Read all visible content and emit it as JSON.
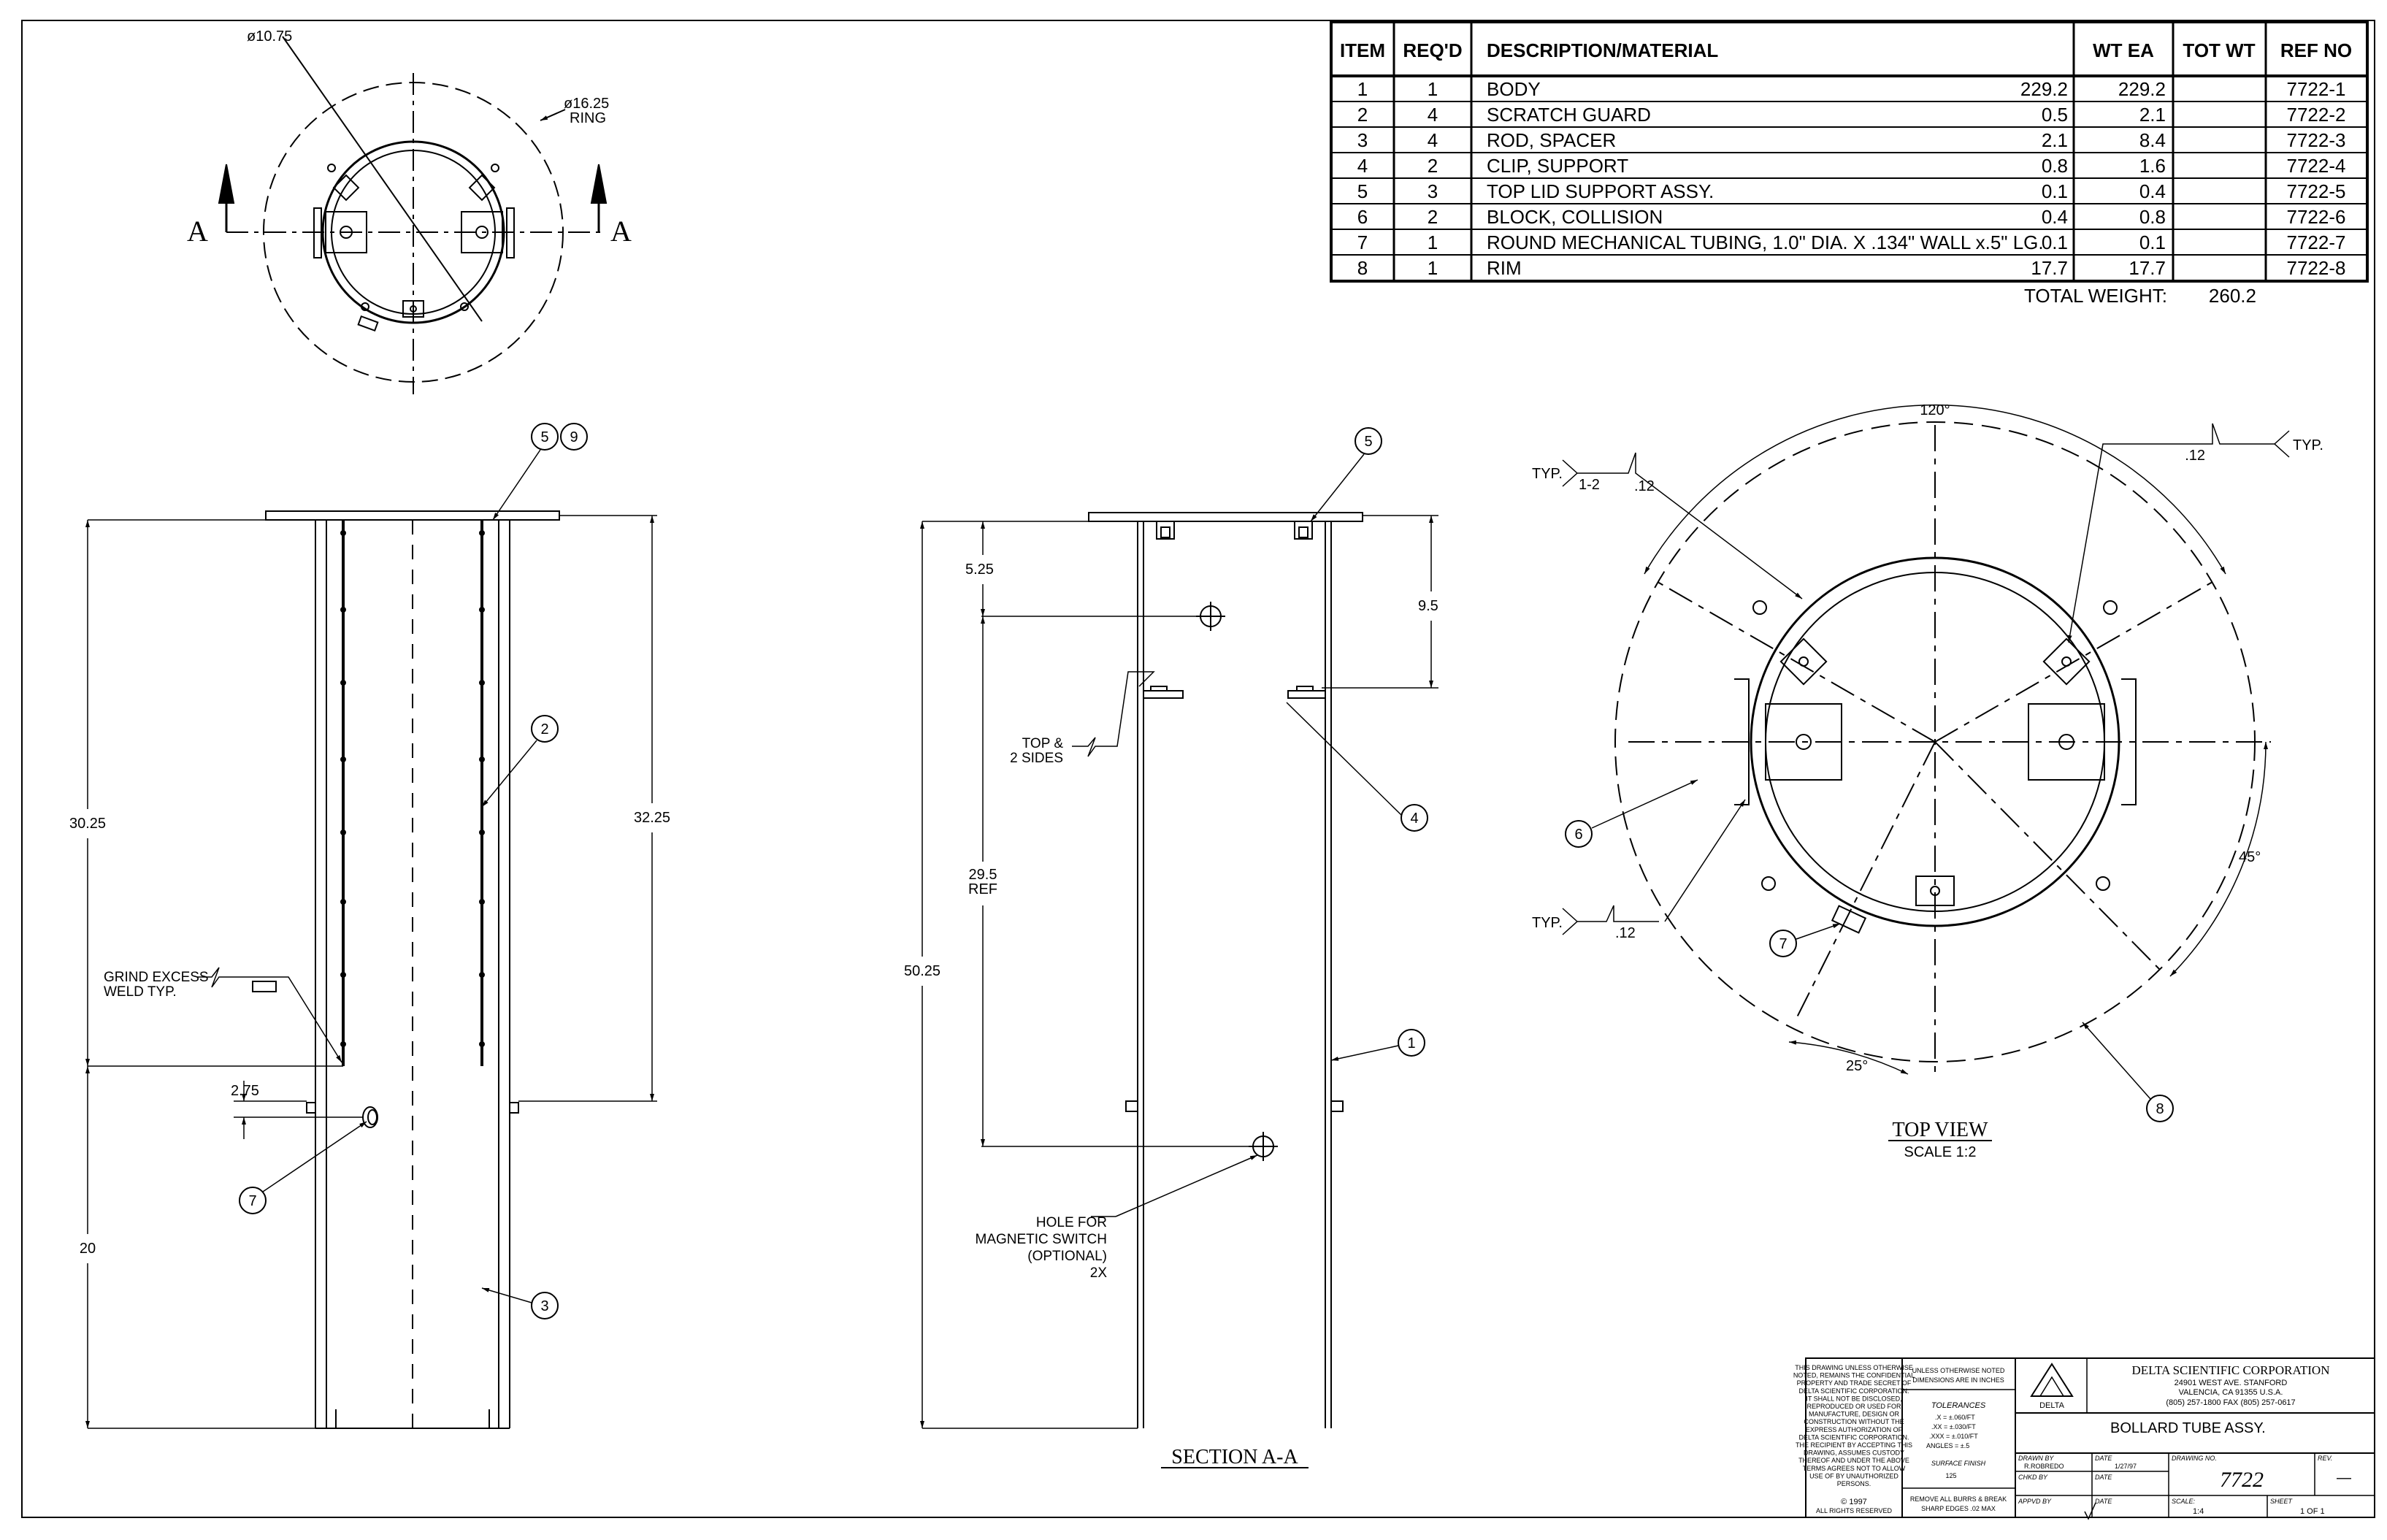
{
  "bom": {
    "headers": {
      "item": "ITEM",
      "reqd": "REQ'D",
      "desc": "DESCRIPTION/MATERIAL",
      "wtea": "WT EA",
      "totwt": "TOT WT",
      "refno": "REF NO"
    },
    "rows": [
      {
        "item": "1",
        "reqd": "1",
        "desc": "BODY",
        "wtea": "229.2",
        "totwt": "229.2",
        "refno": "7722-1"
      },
      {
        "item": "2",
        "reqd": "4",
        "desc": "SCRATCH GUARD",
        "wtea": "0.5",
        "totwt": "2.1",
        "refno": "7722-2"
      },
      {
        "item": "3",
        "reqd": "4",
        "desc": "ROD, SPACER",
        "wtea": "2.1",
        "totwt": "8.4",
        "refno": "7722-3"
      },
      {
        "item": "4",
        "reqd": "2",
        "desc": "CLIP, SUPPORT",
        "wtea": "0.8",
        "totwt": "1.6",
        "refno": "7722-4"
      },
      {
        "item": "5",
        "reqd": "3",
        "desc": "TOP LID SUPPORT ASSY.",
        "wtea": "0.1",
        "totwt": "0.4",
        "refno": "7722-5"
      },
      {
        "item": "6",
        "reqd": "2",
        "desc": "BLOCK, COLLISION",
        "wtea": "0.4",
        "totwt": "0.8",
        "refno": "7722-6"
      },
      {
        "item": "7",
        "reqd": "1",
        "desc": "ROUND MECHANICAL TUBING, 1.0\" DIA. X .134\" WALL x.5\" LG.",
        "wtea": "0.1",
        "totwt": "0.1",
        "refno": "7722-7"
      },
      {
        "item": "8",
        "reqd": "1",
        "desc": "RIM",
        "wtea": "17.7",
        "totwt": "17.7",
        "refno": "7722-8"
      }
    ],
    "total_label": "TOTAL WEIGHT:",
    "total_value": "260.2"
  },
  "plan_view": {
    "dia_inner": "ø10.75",
    "dia_ring": "ø16.25",
    "ring_label": "RING",
    "section_letter": "A"
  },
  "side_view": {
    "balloon_5": "5",
    "balloon_9": "9",
    "balloon_2": "2",
    "balloon_7": "7",
    "balloon_3": "3",
    "dim_3025": "30.25",
    "dim_3225": "32.25",
    "dim_275": "2.75",
    "dim_20": "20",
    "grind_l1": "GRIND EXCESS",
    "grind_l2": "WELD TYP."
  },
  "section_view": {
    "balloon_5": "5",
    "balloon_4": "4",
    "balloon_1": "1",
    "dim_525": "5.25",
    "dim_95": "9.5",
    "dim_295": "29.5",
    "dim_ref": "REF",
    "dim_5025": "50.25",
    "top_l1": "TOP &",
    "top_l2": "2 SIDES",
    "hole_l1": "HOLE FOR",
    "hole_l2": "MAGNETIC SWITCH",
    "hole_l3": "(OPTIONAL)",
    "hole_l4": "2X",
    "title": "SECTION  A-A"
  },
  "top_view": {
    "ang_120": "120°",
    "ang_45": "45°",
    "ang_25": "25°",
    "typ": "TYP.",
    "weld_12": "1-2",
    "weld_size": ".12",
    "balloon_6": "6",
    "balloon_7": "7",
    "balloon_8": "8",
    "title": "TOP VIEW",
    "scale": "SCALE 1:2"
  },
  "title_block": {
    "notice": [
      "THIS DRAWING UNLESS OTHERWISE",
      "NOTED, REMAINS THE CONFIDENTIAL",
      "PROPERTY AND TRADE SECRET OF",
      "DELTA SCIENTIFIC CORPORATION.",
      "IT SHALL NOT BE DISCLOSED,",
      "REPRODUCED OR USED FOR",
      "MANUFACTURE, DESIGN OR",
      "CONSTRUCTION WITHOUT THE",
      "EXPRESS AUTHORIZATION OF",
      "DELTA SCIENTIFIC CORPORATION.",
      "THE RECIPIENT BY ACCEPTING THIS",
      "DRAWING, ASSUMES CUSTODY",
      "THEREOF AND UNDER THE ABOVE",
      "TERMS AGREES NOT TO ALLOW",
      "USE OF BY UNAUTHORIZED",
      "PERSONS."
    ],
    "copyright": "© 1997",
    "rights": "ALL RIGHTS RESERVED",
    "units_l1": "UNLESS OTHERWISE NOTED",
    "units_l2": "DIMENSIONS ARE IN INCHES",
    "tol_title": "TOLERANCES",
    "tol_x": ".X  = ±.060/FT",
    "tol_xx": ".XX  = ±.030/FT",
    "tol_xxx": ".XXX = ±.010/FT",
    "tol_ang": "ANGLES = ±.5",
    "surface": "SURFACE FINISH",
    "finish": "125",
    "burrs_l1": "REMOVE ALL BURRS & BREAK",
    "burrs_l2": "SHARP EDGES .02 MAX",
    "company": "DELTA SCIENTIFIC CORPORATION",
    "addr1": "24901 WEST AVE. STANFORD",
    "addr2": "VALENCIA, CA 91355 U.S.A.",
    "phone": "(805) 257-1800 FAX (805) 257-0617",
    "logo_text": "DELTA",
    "title": "BOLLARD TUBE ASSY.",
    "drawn_by_lbl": "DRAWN BY",
    "drawn_by": "R.ROBREDO",
    "date_lbl": "DATE",
    "date": "1/27/97",
    "chkd_lbl": "CHKD BY",
    "apvd_lbl": "APPVD BY",
    "dwg_no_lbl": "DRAWING NO.",
    "dwg_no": "7722",
    "rev_lbl": "REV.",
    "rev": "—",
    "scale_lbl": "SCALE:",
    "scale": "1:4",
    "sheet_lbl": "SHEET",
    "sheet": "1  OF  1"
  }
}
